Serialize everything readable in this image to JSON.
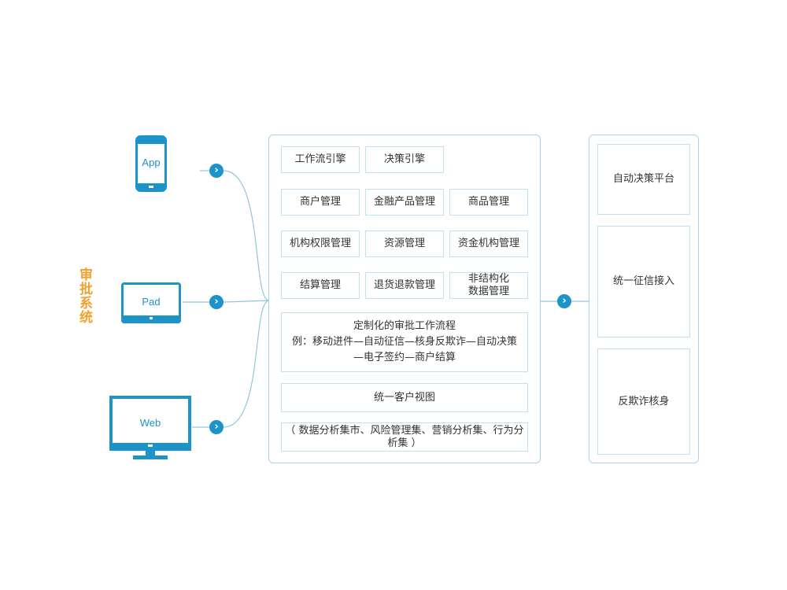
{
  "system_title": "审批系统",
  "devices": {
    "app": "App",
    "pad": "Pad",
    "web": "Web"
  },
  "middle": {
    "row1": [
      "工作流引擎",
      "决策引擎"
    ],
    "row2": [
      "商户管理",
      "金融产品管理",
      "商品管理"
    ],
    "row3": [
      "机构权限管理",
      "资源管理",
      "资金机构管理"
    ],
    "row4": [
      "结算管理",
      "退货退款管理",
      "非结构化",
      "数据管理"
    ],
    "workflow": {
      "title": "定制化的审批工作流程",
      "line1": "例：移动进件—自动征信—核身反欺诈—自动决策",
      "line2": "—电子签约—商户结算"
    },
    "customer_view": "统一客户视图",
    "analytics": "（ 数据分析集市、风险管理集、营销分析集、行为分析集 ）"
  },
  "right": {
    "items": [
      "自动决策平台",
      "统一征信接入",
      "反欺诈核身"
    ]
  },
  "colors": {
    "accent": "#1d93c9",
    "title": "#f0a22e",
    "border": "#a8d4e6"
  },
  "icons": [
    "chevron-right-icon",
    "phone-icon",
    "tablet-icon",
    "monitor-icon"
  ]
}
